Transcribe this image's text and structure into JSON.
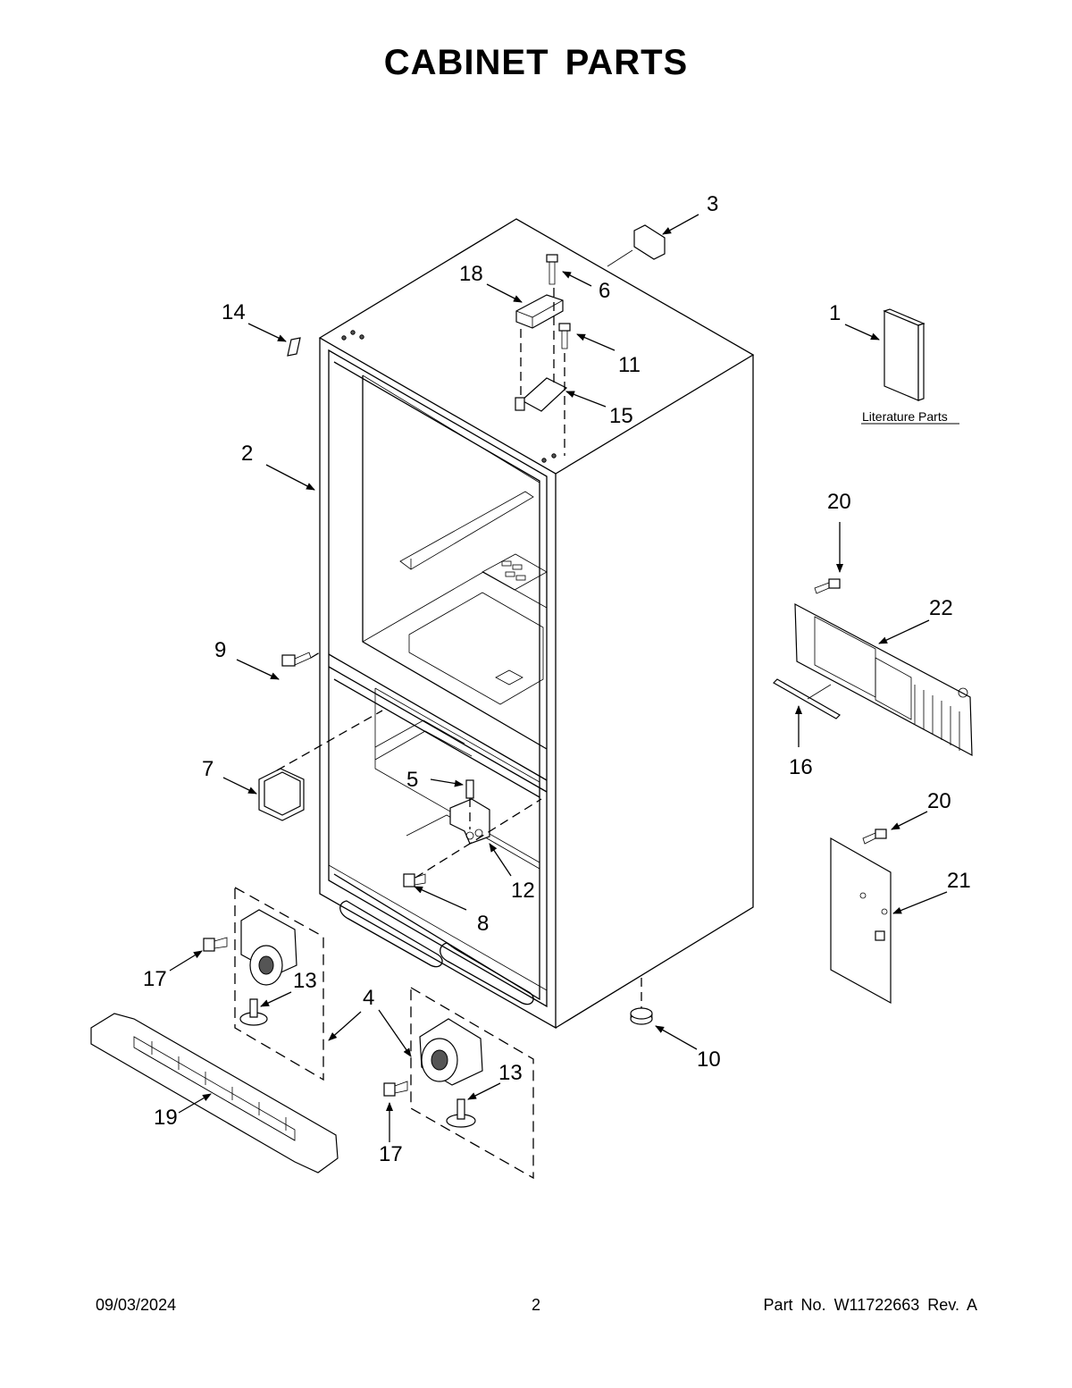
{
  "page": {
    "title": "CABINET PARTS",
    "footer": {
      "date": "09/03/2024",
      "page_number": "2",
      "part_number": "Part No.  W11722663  Rev.  A"
    }
  },
  "diagram": {
    "literature_label": "Literature Parts",
    "callouts": [
      "1",
      "2",
      "3",
      "4",
      "5",
      "6",
      "7",
      "8",
      "9",
      "10",
      "11",
      "12",
      "13",
      "13",
      "14",
      "15",
      "16",
      "17",
      "17",
      "18",
      "19",
      "20",
      "20",
      "21",
      "22"
    ]
  }
}
